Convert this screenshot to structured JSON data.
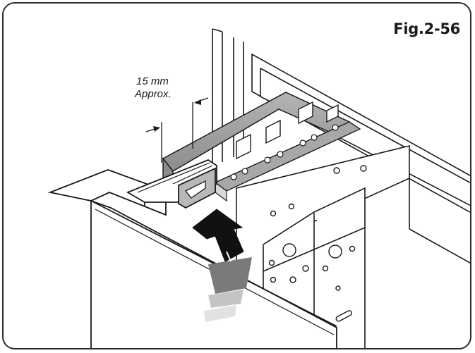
{
  "figure": {
    "label": "Fig.2-56"
  },
  "dimension": {
    "value": "15 mm",
    "note": "Approx."
  },
  "colors": {
    "line": "#1a1a1a",
    "rail_gray": "#9a9a9a",
    "arrow_dark": "#111111",
    "arrow_mid": "#7a7a7a",
    "arrow_light": "#c4c4c4",
    "arrow_faint": "#e2e2e2"
  }
}
